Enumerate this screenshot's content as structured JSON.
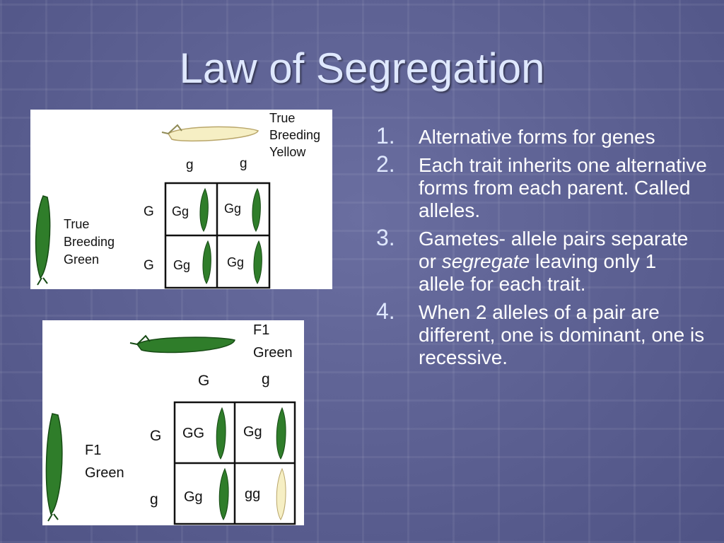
{
  "slide": {
    "title": "Law of Segregation"
  },
  "figure1": {
    "top_parent": [
      "True",
      "Breeding",
      "Yellow"
    ],
    "side_parent": [
      "True",
      "Breeding",
      "Green"
    ],
    "col_alleles": [
      "g",
      "g"
    ],
    "row_alleles": [
      "G",
      "G"
    ],
    "cells": [
      "Gg",
      "Gg",
      "Gg",
      "Gg"
    ]
  },
  "figure2": {
    "top_parent": [
      "F1",
      "Green"
    ],
    "side_parent": [
      "F1",
      "Green"
    ],
    "col_alleles": [
      "G",
      "g"
    ],
    "row_alleles": [
      "G",
      "g"
    ],
    "cells": [
      "GG",
      "Gg",
      "Gg",
      "gg"
    ]
  },
  "list": [
    {
      "num": "1.",
      "text": "Alternative forms for genes"
    },
    {
      "num": "2.",
      "text": "Each trait inherits one alternative forms from each parent. Called alleles."
    },
    {
      "num": "3.",
      "pre": "Gametes- allele pairs separate or ",
      "em": "segregate",
      "post": " leaving only 1 allele for each trait."
    },
    {
      "num": "4.",
      "text": "When 2 alleles of a pair are different, one is dominant, one is recessive."
    }
  ],
  "colors": {
    "background": "#5b5f90",
    "title": "#dfe8ff",
    "pod_green": "#2f7d2a",
    "pod_yellow": "#f6efc4"
  }
}
